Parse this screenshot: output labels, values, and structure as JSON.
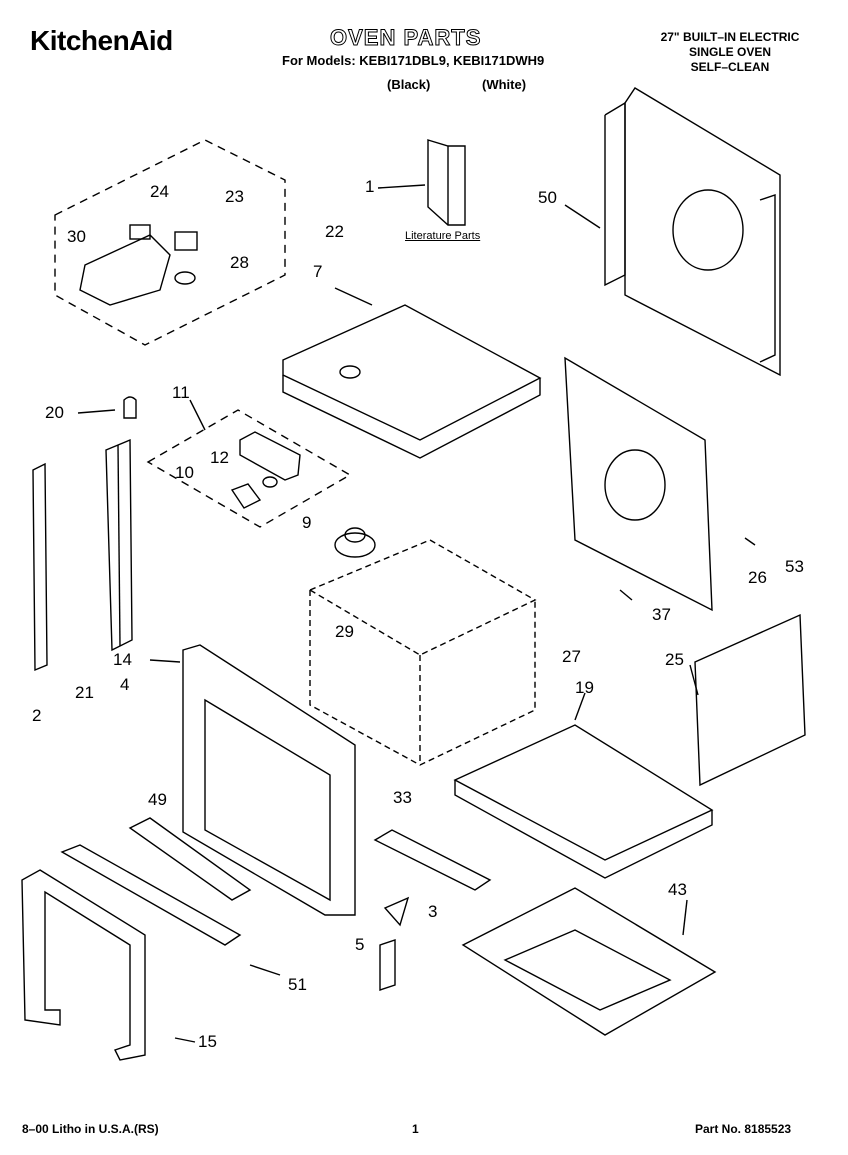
{
  "header": {
    "brand": "KitchenAid",
    "title": "OVEN PARTS",
    "models_line": "For Models: KEBI171DBL9, KEBI171DWH9",
    "variant_black": "(Black)",
    "variant_white": "(White)",
    "spec_line1": "27\" BUILT–IN ELECTRIC",
    "spec_line2": "SINGLE OVEN",
    "spec_line3": "SELF–CLEAN"
  },
  "literature": "Literature Parts",
  "callouts": [
    "1",
    "50",
    "24",
    "23",
    "30",
    "22",
    "28",
    "7",
    "20",
    "11",
    "12",
    "10",
    "9",
    "27",
    "29",
    "26",
    "53",
    "37",
    "25",
    "14",
    "4",
    "2",
    "21",
    "19",
    "49",
    "33",
    "3",
    "5",
    "43",
    "51",
    "15"
  ],
  "footer": {
    "litho": "8–00 Litho in U.S.A.(RS)",
    "page": "1",
    "part_no": "Part No. 8185523"
  }
}
